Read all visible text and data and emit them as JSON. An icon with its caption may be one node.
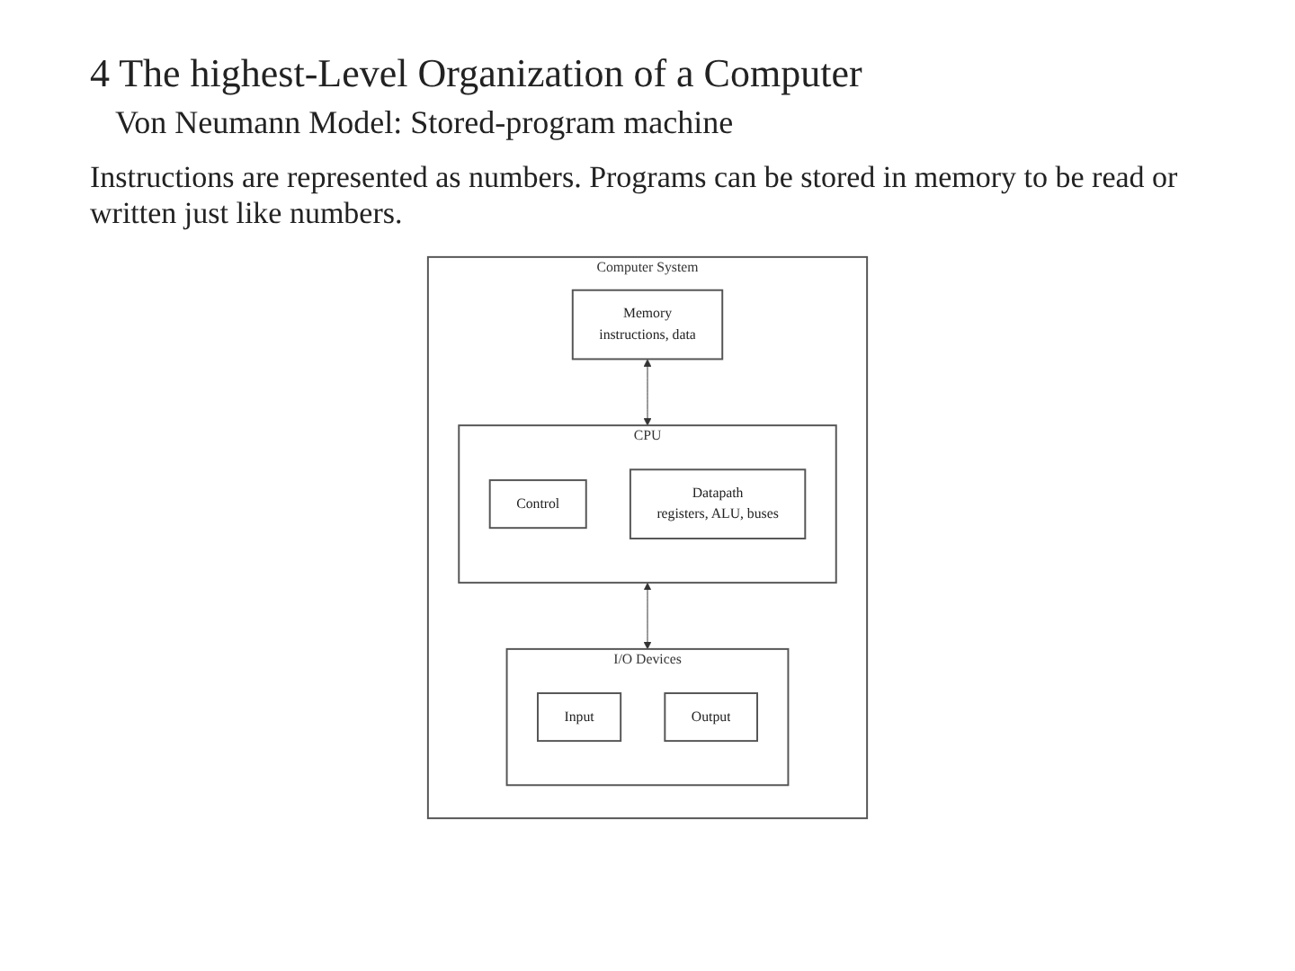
{
  "diagram": {
    "title": "4 The highest-Level Organization of a Computer",
    "nodes": [
      {
        "text": [
          "Computer System"
        ]
      },
      {
        "text": [
          "Memory",
          "instructions, data"
        ],
        "in": 0
      },
      {
        "text": [
          "CPU"
        ],
        "in": 0
      },
      {
        "text": [
          "Control"
        ],
        "in": 2
      },
      {
        "text": [
          "Datapath",
          "registers, ALU, buses"
        ],
        "in": 2
      },
      {
        "text": [
          "I/O Devices"
        ],
        "in": 0
      },
      {
        "text": [
          "Input"
        ],
        "in": 5
      },
      {
        "text": [
          "Output"
        ],
        "in": 5
      }
    ],
    "edges": [
      {
        "from": 1,
        "to": 2,
        "arrow": "both"
      },
      {
        "from": 2,
        "to": 5,
        "arrow": "both"
      }
    ],
    "labels": [
      "Von Neumann Model: Stored-program machine",
      "Instructions are represented as numbers. Programs can be stored in memory to be read or written just like numbers."
    ]
  }
}
